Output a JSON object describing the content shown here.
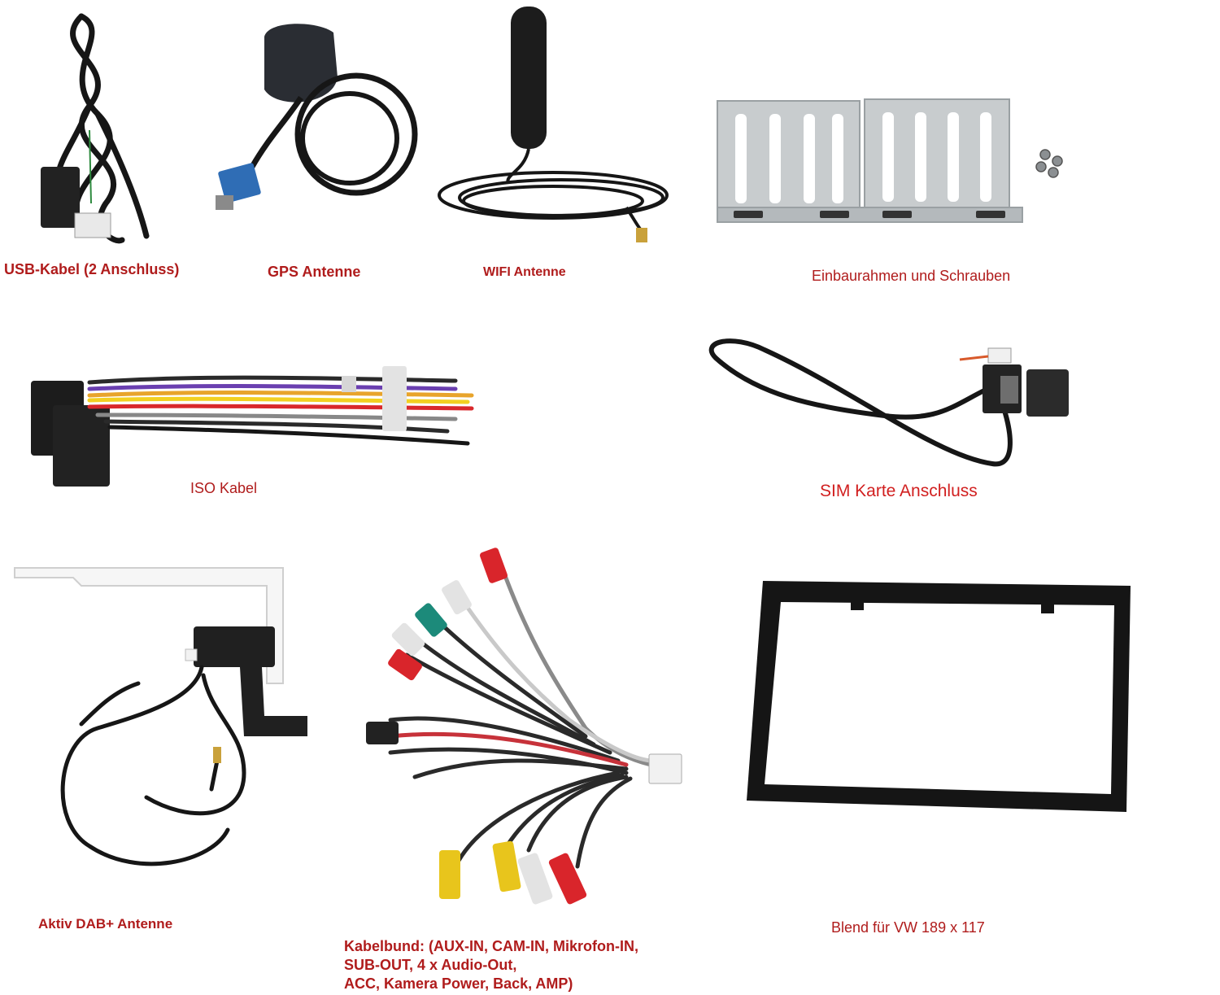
{
  "colors": {
    "caption_red": "#b01c1c",
    "caption_red_bright": "#d11f1f",
    "cable_black": "#161616",
    "bracket_grey": "#c8ccce",
    "connector_blue": "#2f6db5"
  },
  "items": [
    {
      "id": "usb",
      "icon": "usb-cable-icon",
      "caption": "USB-Kabel (2 Anschluss)"
    },
    {
      "id": "gps",
      "icon": "gps-antenna-icon",
      "caption": "GPS Antenne"
    },
    {
      "id": "wifi",
      "icon": "wifi-antenna-icon",
      "caption": "WIFI Antenne"
    },
    {
      "id": "bracket",
      "icon": "mounting-bracket-icon",
      "caption": "Einbaurahmen und Schrauben"
    },
    {
      "id": "iso",
      "icon": "iso-cable-icon",
      "caption": "ISO Kabel"
    },
    {
      "id": "sim",
      "icon": "sim-card-connector-icon",
      "caption": "SIM Karte Anschluss"
    },
    {
      "id": "dab",
      "icon": "dab-antenna-icon",
      "caption": "Aktiv DAB+ Antenne"
    },
    {
      "id": "harness",
      "icon": "cable-harness-icon",
      "caption_lines": [
        "Kabelbund: (AUX-IN, CAM-IN, Mikrofon-IN,",
        "SUB-OUT, 4 x Audio-Out,",
        "ACC, Kamera Power, Back, AMP)"
      ]
    },
    {
      "id": "frame",
      "icon": "fascia-frame-icon",
      "caption": "Blend für VW 189 x 117"
    }
  ]
}
